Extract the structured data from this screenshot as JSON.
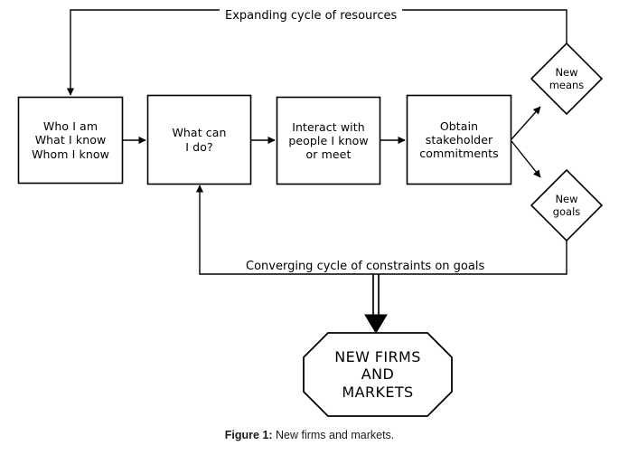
{
  "figure": {
    "caption_label": "Figure 1:",
    "caption_text": " New firms and markets.",
    "stroke_color": "#000000",
    "background_color": "#ffffff"
  },
  "diagram": {
    "type": "flowchart",
    "process_boxes": [
      {
        "id": "identity",
        "text": "Who I am\nWhat I know\nWhom I know"
      },
      {
        "id": "means",
        "text": "What can\nI do?"
      },
      {
        "id": "interact",
        "text": "Interact with\npeople I know\nor meet"
      },
      {
        "id": "commitments",
        "text": "Obtain\nstakeholder\ncommitments"
      }
    ],
    "decision_diamonds": [
      {
        "id": "new-means",
        "text": "New\nmeans"
      },
      {
        "id": "new-goals",
        "text": "New\ngoals"
      }
    ],
    "terminal": {
      "id": "new-firms-and-markets",
      "text": "NEW FIRMS\nAND\nMARKETS"
    },
    "edge_labels": {
      "top_loop": "Expanding cycle of resources",
      "bottom_loop": "Converging cycle of constraints on goals"
    }
  }
}
